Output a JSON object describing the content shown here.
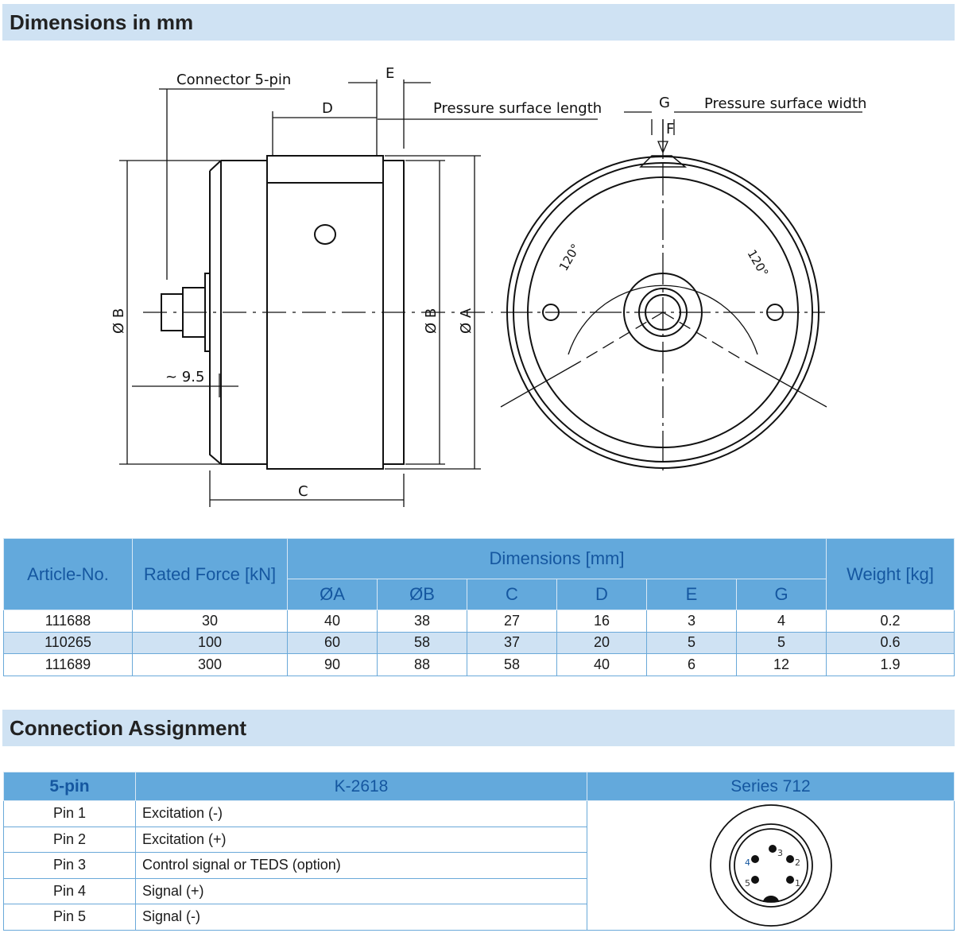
{
  "sections": {
    "dimensions": "Dimensions in mm",
    "connection": "Connection Assignment"
  },
  "drawing": {
    "connector": "Connector 5-pin",
    "pressure_length": "Pressure surface length",
    "pressure_width": "Pressure surface width",
    "D": "D",
    "E": "E",
    "G": "G",
    "F": "F",
    "C": "C",
    "dB1": "Ø B",
    "dB2": "Ø B",
    "dA": "Ø A",
    "offset": "~ 9.5",
    "angle1": "120°",
    "angle2": "120°"
  },
  "dim_table": {
    "headers": {
      "article": "Article-No.",
      "force": "Rated Force [kN]",
      "dims": "Dimensions [mm]",
      "weight": "Weight [kg]",
      "sub": [
        "ØA",
        "ØB",
        "C",
        "D",
        "E",
        "G"
      ]
    },
    "rows": [
      [
        "111688",
        "30",
        "40",
        "38",
        "27",
        "16",
        "3",
        "4",
        "0.2"
      ],
      [
        "110265",
        "100",
        "60",
        "58",
        "37",
        "20",
        "5",
        "5",
        "0.6"
      ],
      [
        "111689",
        "300",
        "90",
        "88",
        "58",
        "40",
        "6",
        "12",
        "1.9"
      ]
    ]
  },
  "conn_table": {
    "headers": {
      "pin": "5-pin",
      "k": "K-2618",
      "series": "Series 712"
    },
    "rows": [
      [
        "Pin 1",
        "Excitation (-)"
      ],
      [
        "Pin 2",
        "Excitation (+)"
      ],
      [
        "Pin 3",
        "Control signal or TEDS (option)"
      ],
      [
        "Pin 4",
        "Signal (+)"
      ],
      [
        "Pin 5",
        "Signal (-)"
      ]
    ],
    "pin_numbers": [
      "1",
      "2",
      "3",
      "4",
      "5"
    ]
  }
}
